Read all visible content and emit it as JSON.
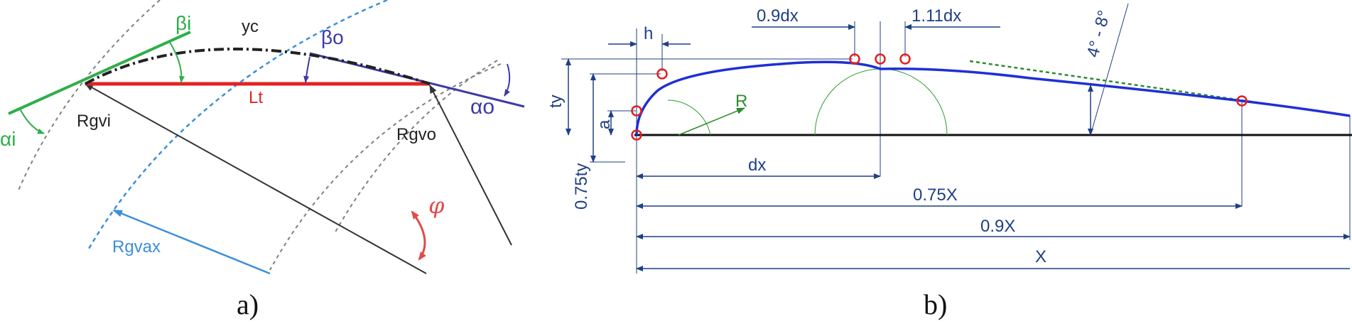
{
  "panel_a": {
    "caption": "a)",
    "labels": {
      "beta_i": "βi",
      "yc": "yc",
      "beta_o": "βo",
      "lt": "Lt",
      "alpha_o": "αo",
      "alpha_i": "αi",
      "rgvi": "Rgvi",
      "rgvo": "Rgvo",
      "phi": "φ",
      "rgvax": "Rgvax"
    },
    "colors": {
      "inlet": "#2fae4a",
      "chord": "#e32222",
      "outlet": "#3d3aa6",
      "rgvax": "#3b8fdc",
      "phi": "#e24a4a",
      "guide": "#808080",
      "text": "#222222"
    }
  },
  "panel_b": {
    "caption": "b)",
    "labels": {
      "h": "h",
      "dx09": "0.9dx",
      "dx111": "1.11dx",
      "angle_range": "4° - 8°",
      "ty": "ty",
      "a": "a",
      "r": "R",
      "ty075": "0.75ty",
      "dx": "dx",
      "x075": "0.75X",
      "x09": "0.9X",
      "x": "X"
    },
    "colors": {
      "profile": "#1f2fd6",
      "dimension": "#1f3f86",
      "marker": "#e02020",
      "circle": "#2e9a2e",
      "tangent": "#2e8b2e",
      "baseline": "#111111"
    }
  }
}
